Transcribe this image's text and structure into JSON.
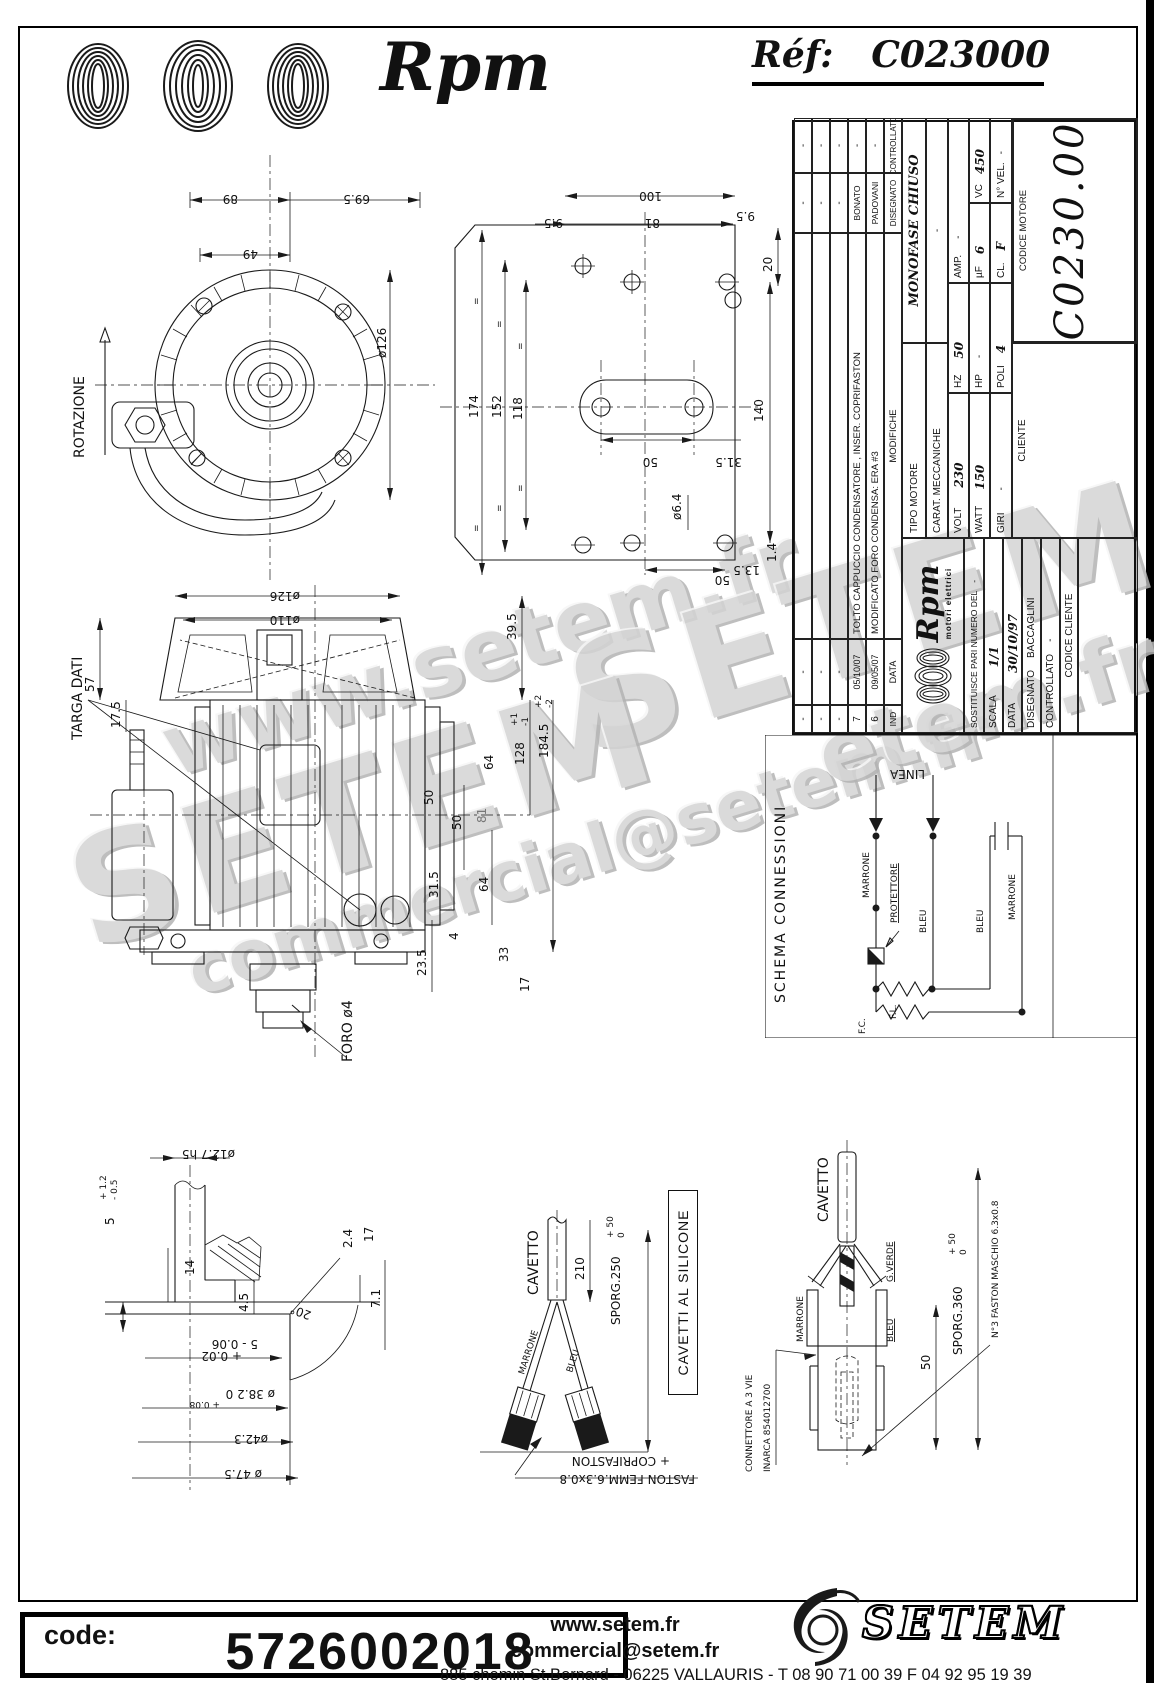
{
  "header": {
    "brand": "Rpm",
    "ref_label": "Réf:",
    "ref_value": "C023000"
  },
  "watermarks": {
    "w1": "www.setem.fr",
    "w2": "SETEM",
    "w3": "SETEM",
    "w4": "commercial@setem.fr",
    "w5": "etem.fr"
  },
  "title_block": {
    "revisions": {
      "headers": {
        "ind": "IND",
        "data": "DATA",
        "mod": "MODIFICHE",
        "dis": "DISEGNATO",
        "ctr": "CONTROLLATO"
      },
      "rows": [
        {
          "ind": "-",
          "data": "-",
          "mod": "",
          "dis": "-",
          "ctr": "-"
        },
        {
          "ind": "-",
          "data": "-",
          "mod": "",
          "dis": "-",
          "ctr": "-"
        },
        {
          "ind": "-",
          "data": "-",
          "mod": "",
          "dis": "-",
          "ctr": "-"
        },
        {
          "ind": "7",
          "data": "05/10/07",
          "mod": "TOLTO CAPPUCCIO CONDENSATORE , INSER. COPRIFASTON",
          "dis": "BONATO",
          "ctr": "-"
        },
        {
          "ind": "6",
          "data": "09/05/07",
          "mod": "MODIFICATO FORO CONDENSA: ERA #3",
          "dis": "PADOVANI",
          "ctr": "-"
        }
      ]
    },
    "logo": {
      "brand": "Rpm",
      "subtitle": "motori elettrici"
    },
    "info": {
      "sostituisce_label": "SOSTITUISCE PARI NUMERO DEL",
      "sostituisce_value": "-",
      "scala_label": "SCALA",
      "scala_value": "1/1",
      "data_label": "DATA",
      "data_value": "30/10/97",
      "disegnato_label": "DISEGNATO",
      "disegnato_value": "BACCAGLINI",
      "controllato_label": "CONTROLLATO",
      "controllato_value": "-",
      "codice_cliente_label": "CODICE CLIENTE"
    },
    "tipo_motore_label": "TIPO MOTORE",
    "tipo_motore_value": "MONOFASE CHIUSO",
    "carat_label": "CARAT. MECCANICHE",
    "carat_value": "-",
    "specs": {
      "volt_l": "VOLT",
      "volt_v": "230",
      "hz_l": "HZ",
      "hz_v": "50",
      "amp_l": "AMP.",
      "amp_v": "-",
      "watt_l": "WATT",
      "watt_v": "150",
      "hp_l": "HP",
      "hp_v": "-",
      "uf_l": "µF",
      "uf_v": "6",
      "vc_l": "VC",
      "vc_v": "450",
      "giri_l": "GIRI",
      "giri_v": "-",
      "poli_l": "POLI",
      "poli_v": "4",
      "cl_l": "CL.",
      "cl_v": "F",
      "nvel_l": "N° VEL.",
      "nvel_v": "-"
    },
    "cliente_label": "CLIENTE",
    "codice_motore_label": "CODICE MOTORE",
    "codice_motore_value": "C0230.00"
  },
  "schema": {
    "title": "SCHEMA CONNESSIONI",
    "linea": "LINEA",
    "marrone1": "MARRONE",
    "protettore": "PROTETTORE",
    "bleu1": "BLEU",
    "bleu2": "BLEU",
    "marrone2": "MARRONE",
    "fl": "F.L.",
    "fc": "F.C."
  },
  "drawings": {
    "fan": {
      "rotazione": "ROTAZIONE",
      "d89": "89",
      "d695": "69.5",
      "d49": "49",
      "d126": "ø126"
    },
    "plate": {
      "d100": "100",
      "d81": "81",
      "d95a": "9.5",
      "d174": "174",
      "d152": "152",
      "d118": "118",
      "d50a": "50",
      "d315": "31.5",
      "d64": "ø6.4",
      "d95b": "9.5",
      "d20": "20",
      "d140": "140",
      "d14": "1.4",
      "d135": "13.5",
      "d50b": "50",
      "eq": "="
    },
    "side": {
      "targa": "TARGA DATI",
      "d126": "ø126",
      "d110": "ø110",
      "d57": "57",
      "d175": "17.5",
      "d395": "39.5",
      "d64a": "64",
      "d128": "128",
      "t128p": "+1",
      "t128m": "-1",
      "d1845": "184.5",
      "t1845p": "+2",
      "t1845m": "-2",
      "d50a": "50",
      "d50b": "50",
      "d81": "81",
      "d315": "31.5",
      "d4": "4",
      "d64b": "64",
      "d33": "33",
      "d235": "23.5",
      "d17": "17",
      "foro": "FORO ø4"
    },
    "shaft": {
      "d127": "ø12.7 h5",
      "d5": "5",
      "t5p": "+ 1.2",
      "t5m": "- 0.5",
      "d14": "14",
      "d45": "4.5",
      "d24": "2.4",
      "d17": "17",
      "d71": "7.1",
      "ang": "20°",
      "t1": "5 - 0.06",
      "t2": "+ 0.02",
      "d382": "ø 38.2  0",
      "t3": "+ 0.08",
      "d423": "ø42.3",
      "d475": "ø 47.5"
    },
    "cable": {
      "cavetto": "CAVETTO",
      "d210": "210",
      "sporg": "SPORG.250",
      "tp": "+ 50",
      "tm": "0",
      "marrone": "MARRONE",
      "bleu": "BLEU",
      "faston": "FASTON FEMM.6.3x0.8",
      "copri": "+ COPRIFASTON",
      "silicone": "CAVETTI AL SILICONE"
    },
    "connector": {
      "cavetto": "CAVETTO",
      "marrone": "MARRONE",
      "gverde": "G.VERDE",
      "bleu": "BLEU",
      "d50": "50",
      "sporg": "SPORG.360",
      "tp": "+ 50",
      "tm": "0",
      "faston": "N°3 FASTON MASCHIO 6.3x0.8",
      "conn1": "CONNETTORE A 3 VIE",
      "conn2": "INARCA 854012700"
    }
  },
  "footer": {
    "code_label": "code:",
    "code_value": "5726002018",
    "website": "www.setem.fr",
    "email": "commercial@setem.fr",
    "brand": "SETEM",
    "address": "885 chemin St.Bernard  -  06225 VALLAURIS  -  T 08 90 71 00 39   F 04 92 95 19 39"
  }
}
